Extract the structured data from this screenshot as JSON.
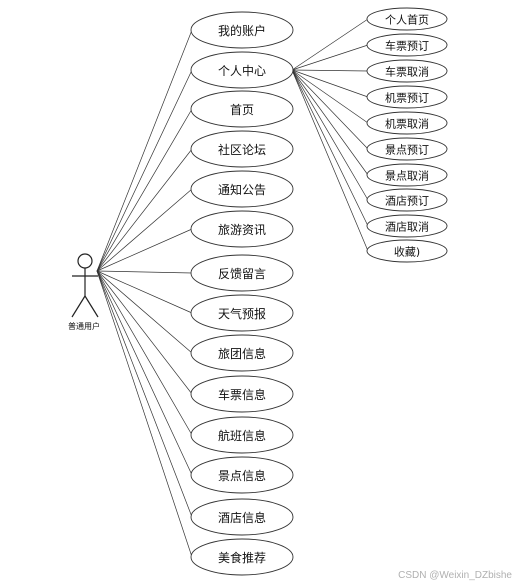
{
  "actor": {
    "label": "普通用户"
  },
  "use_cases": [
    {
      "id": "my-account",
      "label": "我的账户"
    },
    {
      "id": "personal-center",
      "label": "个人中心"
    },
    {
      "id": "home",
      "label": "首页"
    },
    {
      "id": "community-forum",
      "label": "社区论坛"
    },
    {
      "id": "notice",
      "label": "通知公告"
    },
    {
      "id": "travel-news",
      "label": "旅游资讯"
    },
    {
      "id": "feedback",
      "label": "反馈留言"
    },
    {
      "id": "weather",
      "label": "天气预报"
    },
    {
      "id": "tour-group-info",
      "label": "旅团信息"
    },
    {
      "id": "ticket-info",
      "label": "车票信息"
    },
    {
      "id": "flight-info",
      "label": "航班信息"
    },
    {
      "id": "scenic-info",
      "label": "景点信息"
    },
    {
      "id": "hotel-info",
      "label": "酒店信息"
    },
    {
      "id": "food-recommend",
      "label": "美食推荐"
    }
  ],
  "sub_use_cases": [
    {
      "id": "personal-home",
      "label": "个人首页"
    },
    {
      "id": "ticket-book",
      "label": "车票预订"
    },
    {
      "id": "ticket-cancel",
      "label": "车票取消"
    },
    {
      "id": "flight-book",
      "label": "机票预订"
    },
    {
      "id": "flight-cancel",
      "label": "机票取消"
    },
    {
      "id": "scenic-book",
      "label": "景点预订"
    },
    {
      "id": "scenic-cancel",
      "label": "景点取消"
    },
    {
      "id": "hotel-book",
      "label": "酒店预订"
    },
    {
      "id": "hotel-cancel",
      "label": "酒店取消"
    },
    {
      "id": "favorites",
      "label": "收藏)"
    }
  ],
  "watermark": "CSDN @Weixin_DZbishe"
}
